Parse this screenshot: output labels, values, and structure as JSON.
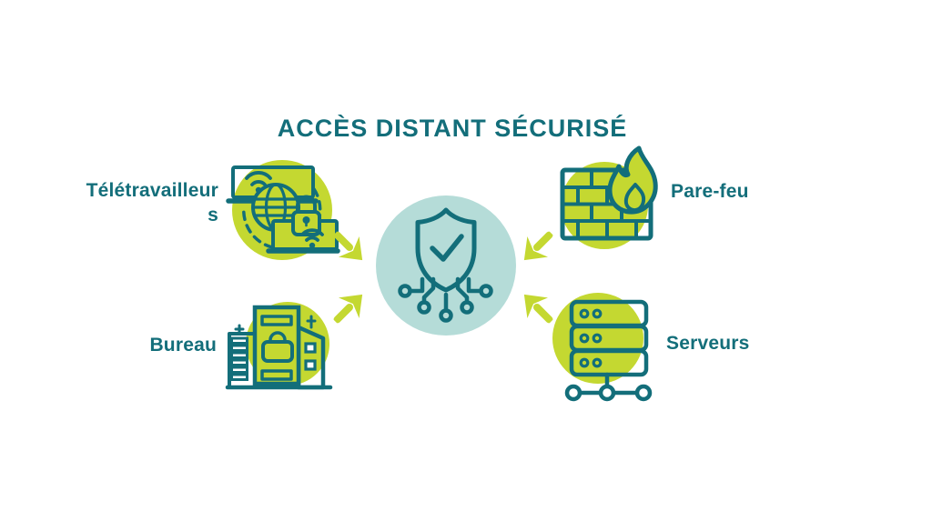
{
  "title": "ACCÈS DISTANT SÉCURISÉ",
  "colors": {
    "teal_text_and_strokes": "#136e7a",
    "lime_circles_and_arrows": "#c4d831",
    "pale_teal_center_circle": "#b5dcd8",
    "background": "#ffffff"
  },
  "center": {
    "icon": "shield-check-network-icon"
  },
  "nodes": {
    "teleworkers": {
      "label": "Télétravailleurs",
      "label_lines": [
        "Télétravailleur",
        "s"
      ],
      "icon": "teleworkers-laptops-globe-lock-icon",
      "position": "top-left"
    },
    "firewall": {
      "label": "Pare-feu",
      "icon": "firewall-brick-flame-icon",
      "position": "top-right"
    },
    "office": {
      "label": "Bureau",
      "icon": "office-buildings-icon",
      "position": "bottom-left"
    },
    "servers": {
      "label": "Serveurs",
      "icon": "server-rack-network-icon",
      "position": "bottom-right"
    }
  },
  "arrows": [
    {
      "name": "teleworkers-to-center",
      "direction": "southeast"
    },
    {
      "name": "office-to-center",
      "direction": "northeast"
    },
    {
      "name": "firewall-to-center",
      "direction": "southwest"
    },
    {
      "name": "servers-to-center",
      "direction": "northwest"
    }
  ]
}
